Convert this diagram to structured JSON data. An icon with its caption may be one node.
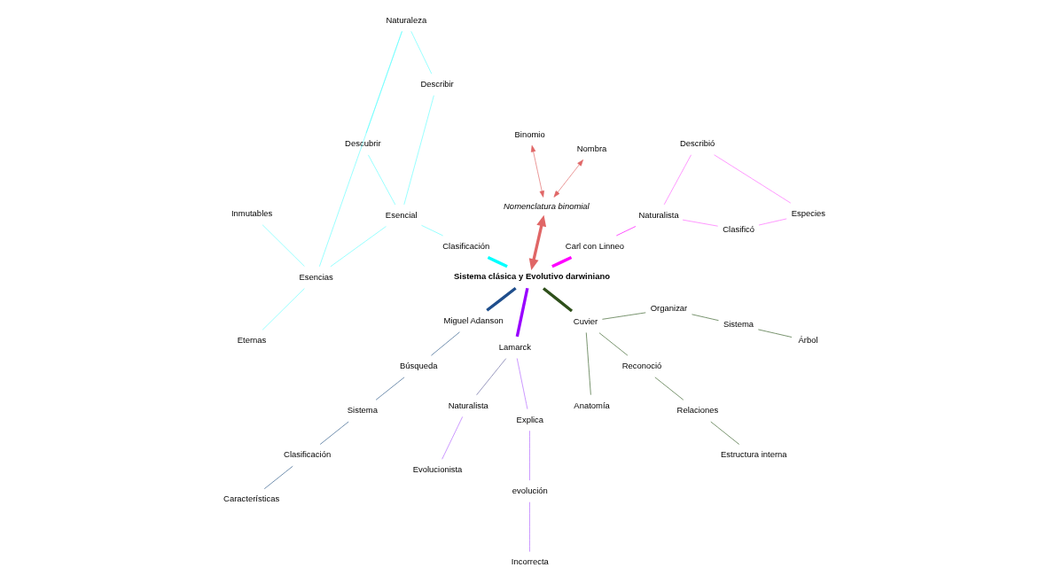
{
  "diagram": {
    "nodes": [
      {
        "text": [
          "Sistema clásica y Evolutivo darwiniano"
        ]
      },
      {
        "text": [
          "Carl con Linneo"
        ]
      },
      {
        "text": [
          "Naturalista"
        ]
      },
      {
        "text": [
          "Clasificó"
        ]
      },
      {
        "text": [
          "Especies"
        ]
      },
      {
        "text": [
          "Describió"
        ]
      },
      {
        "text": [
          "Nomenclatura binomial"
        ]
      },
      {
        "text": [
          "Nombra"
        ]
      },
      {
        "text": [
          "Binomio"
        ]
      },
      {
        "text": [
          "Clasificación"
        ]
      },
      {
        "text": [
          "Esencial"
        ]
      },
      {
        "text": [
          "Describir"
        ]
      },
      {
        "text": [
          "Descubrir"
        ]
      },
      {
        "text": [
          "Esencias"
        ]
      },
      {
        "text": [
          "Naturaleza"
        ]
      },
      {
        "text": [
          "Inmutables"
        ]
      },
      {
        "text": [
          "Eternas"
        ]
      },
      {
        "text": [
          "Miguel Adanson"
        ]
      },
      {
        "text": [
          "Búsqueda"
        ]
      },
      {
        "text": [
          "Sistema"
        ]
      },
      {
        "text": [
          "Clasificación"
        ]
      },
      {
        "text": [
          "Características"
        ]
      },
      {
        "text": [
          "Lamarck"
        ]
      },
      {
        "text": [
          "Naturalista"
        ]
      },
      {
        "text": [
          "Evolucionista"
        ]
      },
      {
        "text": [
          "Explica"
        ]
      },
      {
        "text": [
          "evolución"
        ]
      },
      {
        "text": [
          "Incorrecta"
        ]
      },
      {
        "text": [
          "Cuvier"
        ]
      },
      {
        "text": [
          "Anatomía"
        ]
      },
      {
        "text": [
          "Reconoció"
        ]
      },
      {
        "text": [
          "Relaciones"
        ]
      },
      {
        "text": [
          "Estructura interna"
        ]
      },
      {
        "text": [
          "Organizar"
        ]
      },
      {
        "text": [
          "Sistema"
        ]
      },
      {
        "text": [
          "Árbol"
        ]
      }
    ],
    "edges": [
      {
        "from": 0,
        "to": 1,
        "arrow": "none",
        "style": "thick",
        "color": "#ff00ff"
      },
      {
        "from": 1,
        "to": 2,
        "arrow": "none",
        "color": "#ff00ff"
      },
      {
        "from": 2,
        "to": 3,
        "arrow": "none",
        "color": "#ff66ff"
      },
      {
        "from": 3,
        "to": 4,
        "arrow": "none",
        "color": "#ff66ff"
      },
      {
        "from": 4,
        "to": 5,
        "arrow": "none",
        "color": "#ff66ff"
      },
      {
        "from": 5,
        "to": 2,
        "arrow": "none",
        "color": "#ff66ff"
      },
      {
        "from": 0,
        "to": 6,
        "arrow": "both",
        "style": "thick",
        "color": "#e06666"
      },
      {
        "from": 6,
        "to": 7,
        "arrow": "both",
        "color": "#e06666"
      },
      {
        "from": 6,
        "to": 8,
        "arrow": "both",
        "color": "#e06666"
      },
      {
        "from": 0,
        "to": 9,
        "arrow": "none",
        "style": "thick",
        "color": "#00ffff"
      },
      {
        "from": 9,
        "to": 10,
        "arrow": "none",
        "color": "#66ffff"
      },
      {
        "from": 10,
        "to": 11,
        "arrow": "none",
        "color": "#66ffff"
      },
      {
        "from": 10,
        "to": 12,
        "arrow": "none",
        "color": "#66ffff"
      },
      {
        "from": 10,
        "to": 13,
        "arrow": "none",
        "color": "#66ffff"
      },
      {
        "from": 11,
        "to": 14,
        "arrow": "none",
        "color": "#66ffff"
      },
      {
        "from": 12,
        "to": 14,
        "arrow": "none",
        "color": "#66ffff"
      },
      {
        "from": 13,
        "to": 14,
        "arrow": "none",
        "color": "#66ffff"
      },
      {
        "from": 13,
        "to": 15,
        "arrow": "none",
        "color": "#66ffff"
      },
      {
        "from": 13,
        "to": 16,
        "arrow": "none",
        "color": "#66ffff"
      },
      {
        "from": 0,
        "to": 17,
        "arrow": "none",
        "style": "thick",
        "color": "#1f4e8c"
      },
      {
        "from": 17,
        "to": 18,
        "arrow": "none",
        "color": "#2e5a88"
      },
      {
        "from": 18,
        "to": 19,
        "arrow": "none",
        "color": "#2e5a88"
      },
      {
        "from": 19,
        "to": 20,
        "arrow": "none",
        "color": "#2e5a88"
      },
      {
        "from": 20,
        "to": 21,
        "arrow": "none",
        "color": "#2e5a88"
      },
      {
        "from": 0,
        "to": 22,
        "arrow": "none",
        "style": "thick",
        "color": "#9900ff"
      },
      {
        "from": 22,
        "to": 23,
        "arrow": "none",
        "color": "#6a6aa0"
      },
      {
        "from": 23,
        "to": 24,
        "arrow": "none",
        "color": "#b266ff"
      },
      {
        "from": 22,
        "to": 25,
        "arrow": "none",
        "color": "#b266ff"
      },
      {
        "from": 25,
        "to": 26,
        "arrow": "none",
        "color": "#b266ff"
      },
      {
        "from": 26,
        "to": 27,
        "arrow": "none",
        "color": "#b266ff"
      },
      {
        "from": 0,
        "to": 28,
        "arrow": "none",
        "style": "thick",
        "color": "#2e4f1a"
      },
      {
        "from": 28,
        "to": 29,
        "arrow": "none",
        "color": "#38602a"
      },
      {
        "from": 28,
        "to": 30,
        "arrow": "none",
        "color": "#38602a"
      },
      {
        "from": 30,
        "to": 31,
        "arrow": "none",
        "color": "#38602a"
      },
      {
        "from": 31,
        "to": 32,
        "arrow": "none",
        "color": "#38602a"
      },
      {
        "from": 28,
        "to": 33,
        "arrow": "none",
        "color": "#38602a"
      },
      {
        "from": 33,
        "to": 34,
        "arrow": "none",
        "color": "#38602a"
      },
      {
        "from": 34,
        "to": 35,
        "arrow": "none",
        "color": "#38602a"
      }
    ]
  }
}
